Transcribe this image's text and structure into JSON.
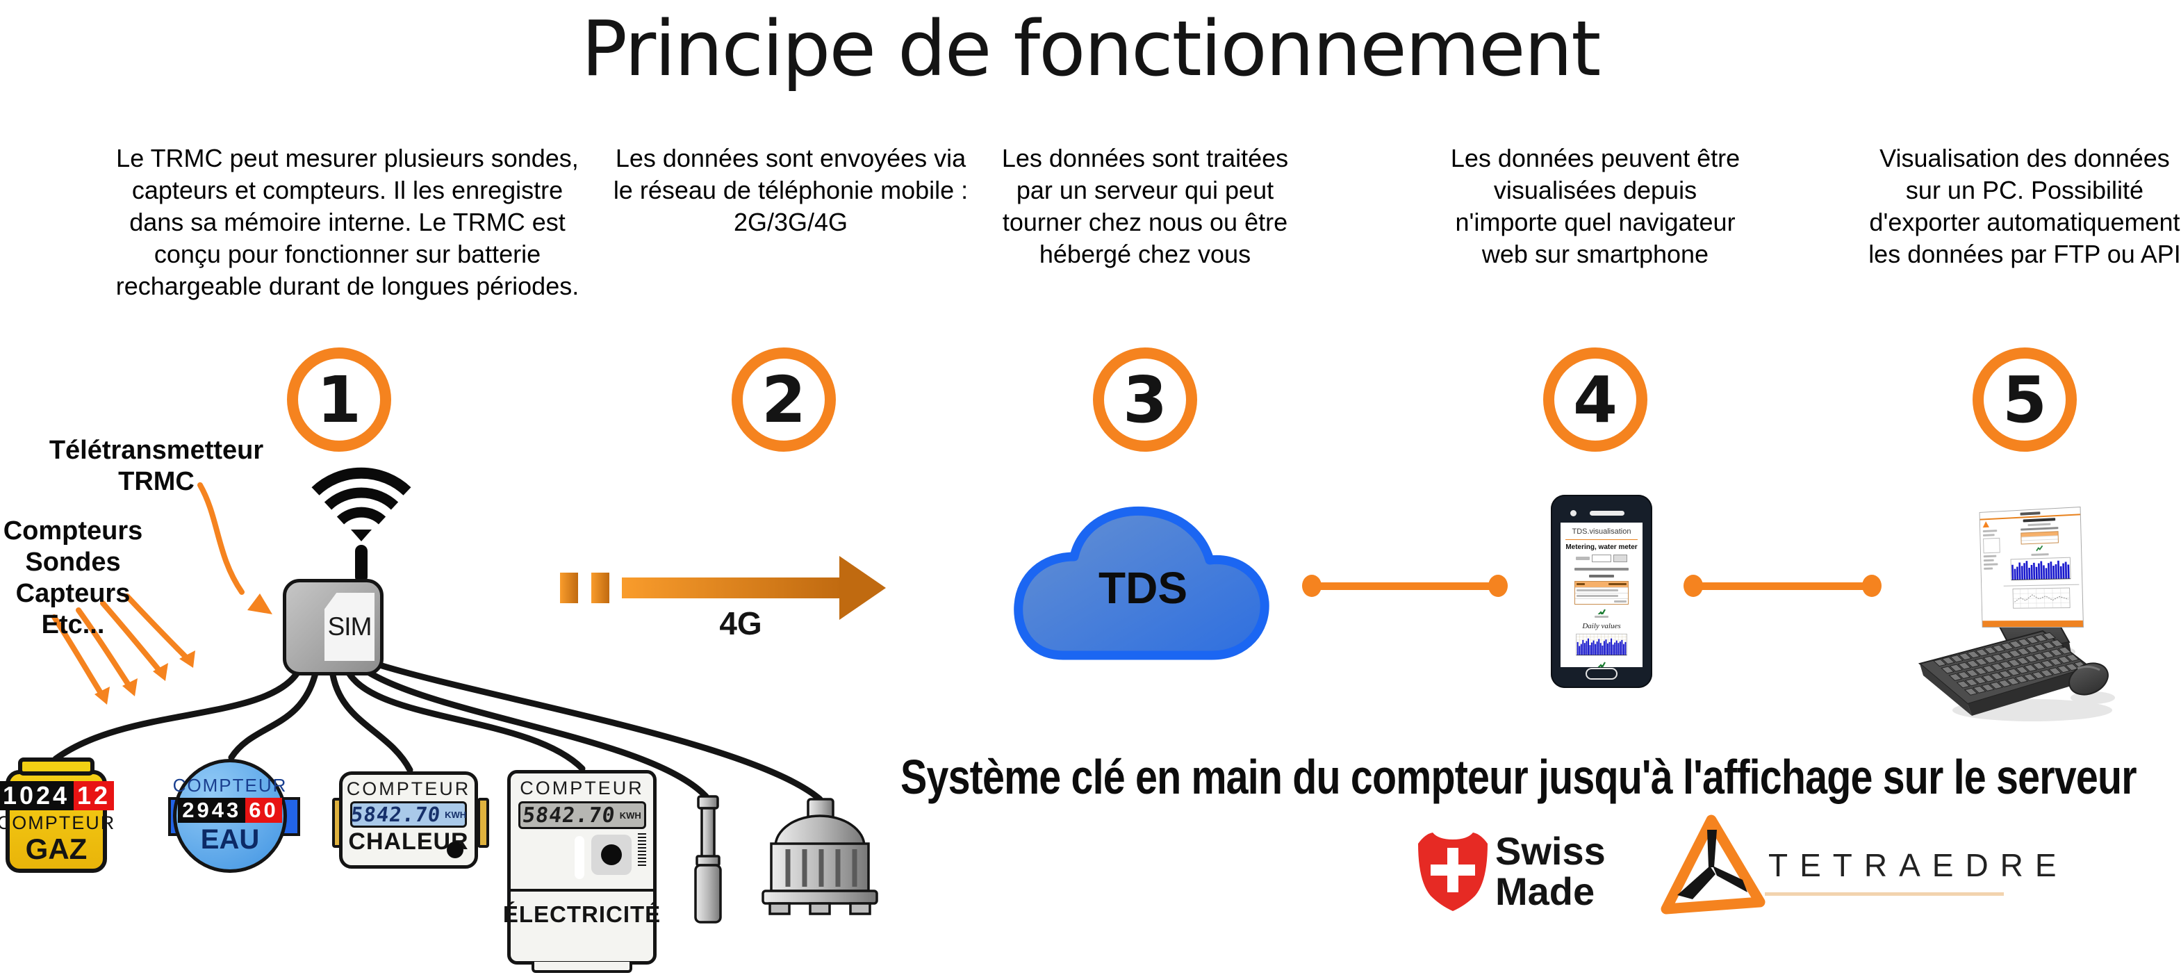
{
  "title": "Principe de fonctionnement",
  "steps": [
    {
      "number": "1",
      "text": "Le TRMC peut mesurer plusieurs sondes, capteurs et compteurs. Il les enregistre dans sa mémoire interne. Le TRMC est conçu pour fonctionner sur batterie rechargeable durant de longues périodes."
    },
    {
      "number": "2",
      "text": "Les données sont envoyées via le réseau de téléphonie mobile : 2G/3G/4G"
    },
    {
      "number": "3",
      "text": "Les données sont traitées par un serveur qui peut tourner chez nous ou être hébergé chez vous"
    },
    {
      "number": "4",
      "text": "Les données peuvent être visualisées depuis n'importe quel navigateur web sur smartphone"
    },
    {
      "number": "5",
      "text": "Visualisation des données sur un PC. Possibilité d'exporter automatiquement les données par FTP ou API"
    }
  ],
  "device": {
    "sim_label": "SIM",
    "transmitter_lines": [
      "Télétransmetteur",
      "TRMC"
    ],
    "sources_lines": [
      "Compteurs",
      "Sondes",
      "Capteurs",
      "Etc..."
    ]
  },
  "network": {
    "label": "4G"
  },
  "cloud": {
    "label": "TDS"
  },
  "meters": {
    "gas": {
      "reading_main": "1024",
      "reading_decimal": "12",
      "label1": "COMPTEUR",
      "label2": "GAZ"
    },
    "water": {
      "label1": "COMPTEUR",
      "reading_main": "2943",
      "reading_decimal": "60",
      "label2": "EAU"
    },
    "heat": {
      "label1": "COMPTEUR",
      "reading": "5842.70",
      "unit": "KWH",
      "label2": "CHALEUR"
    },
    "electricity": {
      "label1": "COMPTEUR",
      "reading": "5842.70",
      "unit": "KWH",
      "label2": "ÉLECTRICITÉ"
    }
  },
  "phone": {
    "page_title": "TDS.visualisation",
    "heading": "Metering, water meter",
    "chart_title": "Daily values"
  },
  "tagline": "Système clé en main du compteur jusqu'à l'affichage sur le serveur",
  "logos": {
    "swiss_lines": [
      "Swiss",
      "Made"
    ],
    "tetraedre": "TETRAEDRE"
  },
  "colors": {
    "accent_orange": "#F5831F",
    "arrow_orange_dark": "#C06A10",
    "cloud_blue_border": "#1B66F2",
    "cloud_blue_fill": "#3E7CE0",
    "swiss_red": "#E62A24",
    "gas_yellow": "#F2C811",
    "water_blue": "#3F93E2",
    "lcd_blue": "#A9C9E9",
    "display_red": "#E81313",
    "chart_bar_blue": "#1414CC"
  }
}
